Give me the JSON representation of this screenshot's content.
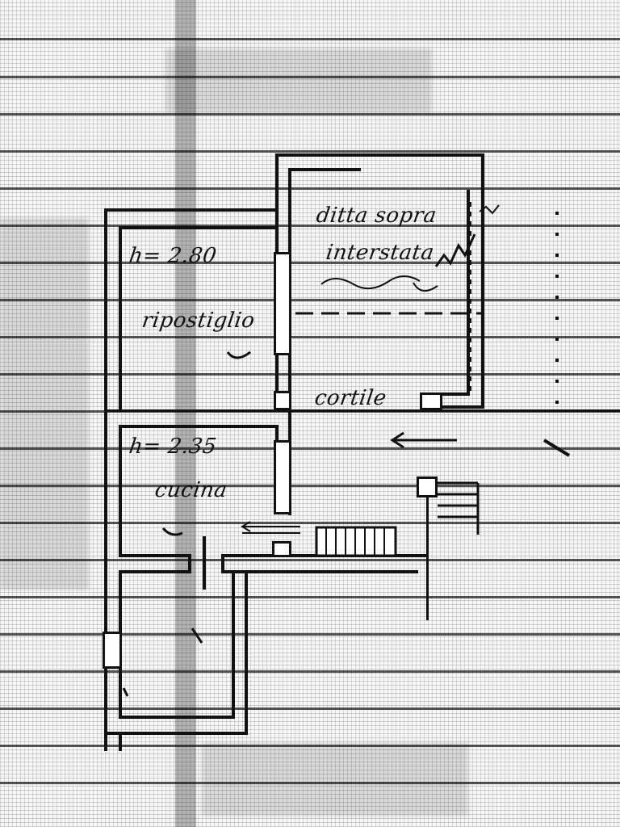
{
  "plan": {
    "rooms": {
      "ripostiglio": {
        "height_label": "h= 2.80",
        "name": "ripostiglio"
      },
      "cucina": {
        "height_label": "h= 2.35",
        "name": "cucina"
      }
    },
    "annotation": {
      "line1": "ditta sopra",
      "line2": "interstata"
    },
    "area": {
      "courtyard": "cortile"
    }
  },
  "colors": {
    "ink": "#111111",
    "paper": "#f7f7f7"
  }
}
